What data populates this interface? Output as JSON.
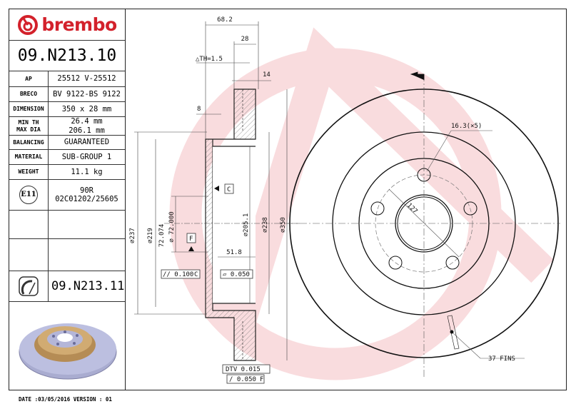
{
  "brand": {
    "name": "brembo",
    "color": "#d3212b",
    "watermark_color": "#f6cfd2"
  },
  "part_number": "09.N213.10",
  "specs": [
    {
      "key": "AP",
      "value": "25512 V-25512"
    },
    {
      "key": "BRECO",
      "value": "BV 9122-BS 9122"
    },
    {
      "key": "DIMENSION",
      "value": "350 x 28 mm"
    },
    {
      "key": "MIN TH",
      "key2": "MAX DIA",
      "value": "26.4 mm",
      "value2": "206.1 mm"
    },
    {
      "key": "BALANCING",
      "value": "GUARANTEED"
    },
    {
      "key": "MATERIAL",
      "value": "SUB-GROUP 1"
    },
    {
      "key": "WEIGHT",
      "value": "11.1 kg"
    }
  ],
  "homologation": {
    "badge": "E11",
    "line1": "90R",
    "line2": "02C01202/25605"
  },
  "kit_part_number": "09.N213.11",
  "footer": "DATE :03/05/2016 VERSION : 01",
  "section": {
    "dim_overall": "68.2",
    "dim_thickness": "28",
    "delta_th": "△TH=1.5",
    "dim_14": "14",
    "dim_8": "8",
    "dia_237": "⌀237",
    "dia_219": "⌀219",
    "dia_bore_max": "72.074",
    "dia_bore_min": "⌀ 72.000",
    "dia_205": "⌀205.1",
    "dia_238": "⌀238",
    "dia_350": "⌀350",
    "dim_51_8": "51.8",
    "datum_c": "C",
    "datum_f": "F",
    "tol_parallel": "// 0.100",
    "tol_parallel_ref": "C",
    "tol_flat": "▱ 0.050",
    "dtv": "DTV 0.015",
    "runout": "/ 0.050",
    "runout_ref": "F"
  },
  "front_view": {
    "bolt_hole": "16.3(×5)",
    "pcd": "127",
    "fins": "37 FINS"
  }
}
